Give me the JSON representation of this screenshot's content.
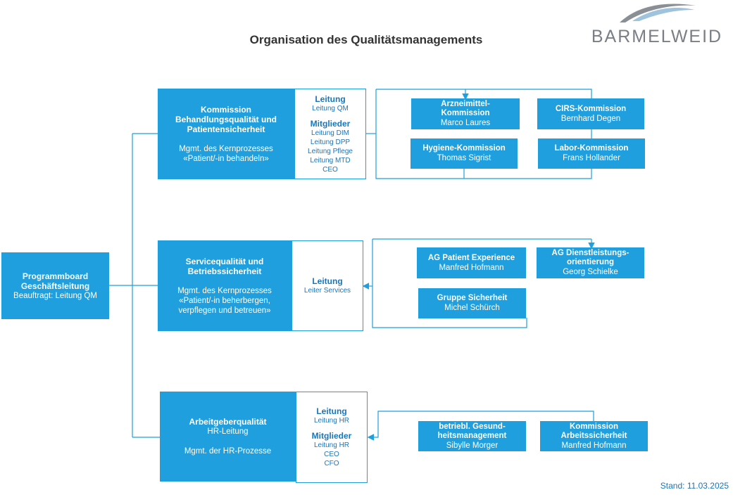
{
  "title": "Organisation des Qualitätsmanagements",
  "logo_text": "BARMELWEID",
  "stand": "Stand: 11.03.2025",
  "colors": {
    "primary": "#1f9fde",
    "text_dark": "#333333",
    "text_blue": "#1b75bb",
    "logo_gray": "#7a7f85"
  },
  "board": {
    "title1": "Programmboard",
    "title2": "Geschäftsleitung",
    "sub": "Beauftragt: Leitung QM"
  },
  "kommission": {
    "title1": "Kommission",
    "title2": "Behandlungsqualität und",
    "title3": "Patientensicherheit",
    "desc1": "Mgmt. des Kernprozesses",
    "desc2": "«Patient/-in behandeln»",
    "leitung_h": "Leitung",
    "leitung": "Leitung QM",
    "mitglieder_h": "Mitglieder",
    "mitglieder": [
      "Leitung DIM",
      "Leitung DPP",
      "Leitung Pflege",
      "Leitung MTD",
      "CEO"
    ]
  },
  "service": {
    "title1": "Servicequalität und",
    "title2": "Betriebssicherheit",
    "desc1": "Mgmt. des Kernprozesses",
    "desc2": "«Patient/-in beherbergen,",
    "desc3": "verpflegen und betreuen»",
    "leitung_h": "Leitung",
    "leitung": "Leiter Services"
  },
  "arbeitgeber": {
    "title1": "Arbeitgeberqualität",
    "sub": "HR-Leitung",
    "desc": "Mgmt. der HR-Prozesse",
    "leitung_h": "Leitung",
    "leitung": "Leitung HR",
    "mitglieder_h": "Mitglieder",
    "mitglieder": [
      "Leitung HR",
      "CEO",
      "CFO"
    ]
  },
  "sub_units": {
    "arzneimittel": {
      "t1": "Arzneimittel-",
      "t2": "Kommission",
      "name": "Marco Laures"
    },
    "cirs": {
      "t1": "CIRS-Kommission",
      "name": "Bernhard Degen"
    },
    "hygiene": {
      "t1": "Hygiene-Kommission",
      "name": "Thomas Sigrist"
    },
    "labor": {
      "t1": "Labor-Kommission",
      "name": "Frans Hollander"
    },
    "patient_exp": {
      "t1": "AG Patient Experience",
      "name": "Manfred Hofmann"
    },
    "dienstleistung": {
      "t1": "AG Dienstleistungs-",
      "t2": "orientierung",
      "name": "Georg Schielke"
    },
    "sicherheit": {
      "t1": "Gruppe Sicherheit",
      "name": "Michel Schürch"
    },
    "bgm": {
      "t1": "betriebl. Gesund-",
      "t2": "heitsmanagement",
      "name": "Sibylle Morger"
    },
    "arbeitssicherheit": {
      "t1": "Kommission",
      "t2": "Arbeitssicherheit",
      "name": "Manfred Hofmann"
    }
  }
}
